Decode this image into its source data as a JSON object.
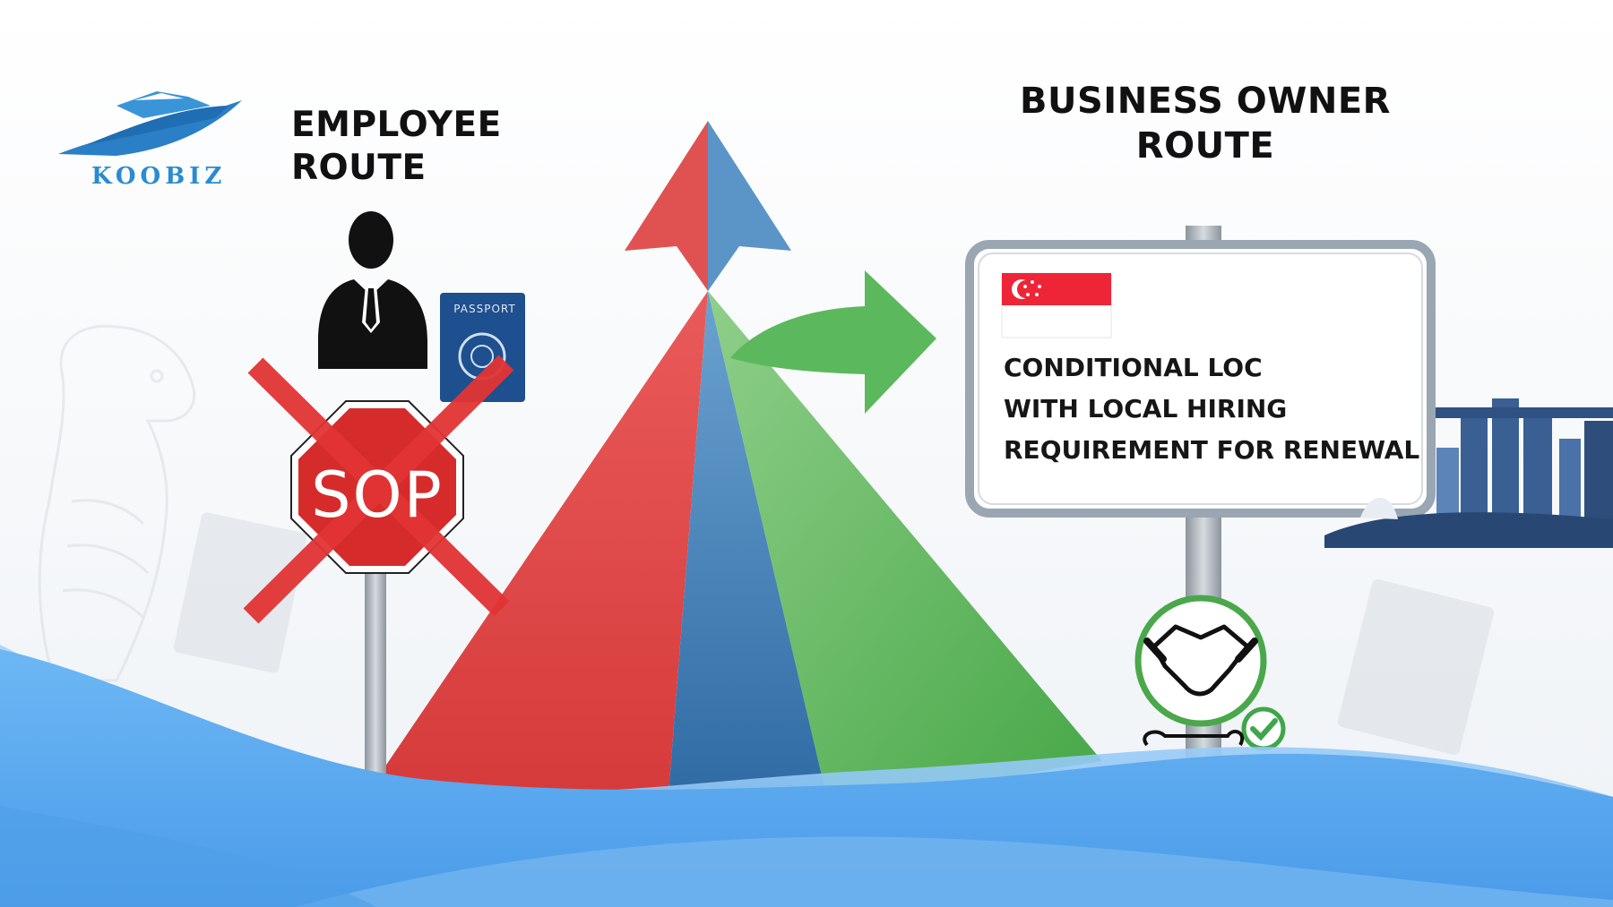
{
  "brand": {
    "name": "KOOBIZ",
    "color": "#2a8bd0"
  },
  "headings": {
    "employee_route": "EMPLOYEE ROUTE",
    "business_owner_route_line1": "BUSINESS OWNER",
    "business_owner_route_line2": "ROUTE"
  },
  "signboard": {
    "lines": [
      "CONDITIONAL LOC",
      "WITH LOCAL HIRING",
      "REQUIREMENT FOR RENEWAL"
    ],
    "flag": "singapore-flag"
  },
  "stop_sign": {
    "text": "SOP",
    "crossed_out": true
  },
  "passport": {
    "label": "PASSPORT"
  },
  "icons": [
    "boat-logo-icon",
    "businessman-icon",
    "passport-icon",
    "stop-sign-icon",
    "red-cross-icon",
    "arrow-up-icon",
    "arrow-right-icon",
    "singapore-flag-icon",
    "handshake-icon",
    "checkmark-icon",
    "merlion-icon",
    "skyline-icon"
  ],
  "colors": {
    "red_route": "#dd4444",
    "blue_route": "#3f7fb8",
    "green_route": "#58b055",
    "wave": "#5aa8ee",
    "sign_border": "#9aa6b2"
  }
}
